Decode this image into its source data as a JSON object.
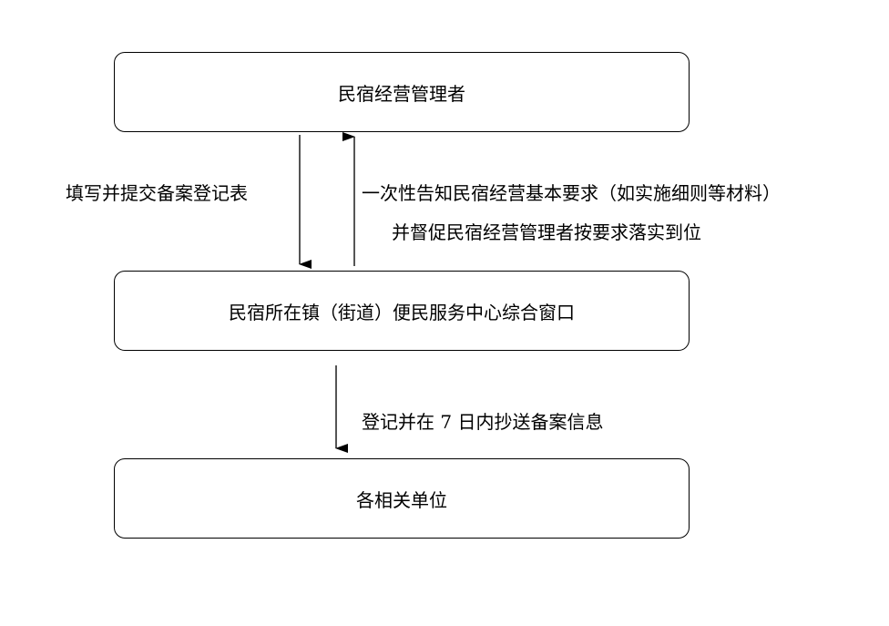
{
  "nodes": {
    "operator": "民宿经营管理者",
    "service_window": "民宿所在镇（街道）便民服务中心综合窗口",
    "departments": "各相关单位"
  },
  "edges": {
    "submit": "填写并提交备案登记表",
    "inform_line1": "一次性告知民宿经营基本要求（如实施细则等材料）",
    "inform_line2": "并督促民宿经营管理者按要求落实到位",
    "forward": "登记并在 7 日内抄送备案信息"
  }
}
